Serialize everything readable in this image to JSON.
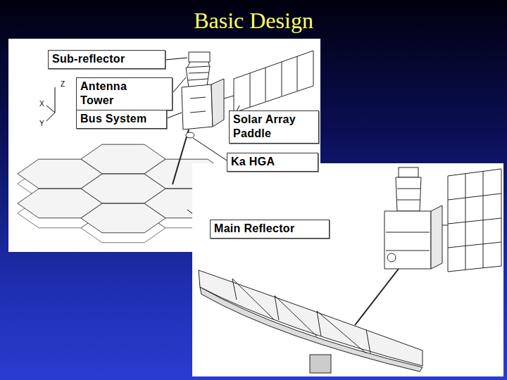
{
  "diagram": {
    "title": "Basic Design",
    "nodes": [
      {
        "text": [
          "Sub-reflector"
        ]
      },
      {
        "text": [
          "Antenna Tower"
        ]
      },
      {
        "text": [
          "Bus System"
        ]
      },
      {
        "text": [
          "Solar Array Paddle"
        ]
      },
      {
        "text": [
          "Ka HGA"
        ]
      },
      {
        "text": [
          "Main Reflector"
        ]
      }
    ],
    "labels": [
      "Z",
      "X",
      "Y"
    ]
  }
}
